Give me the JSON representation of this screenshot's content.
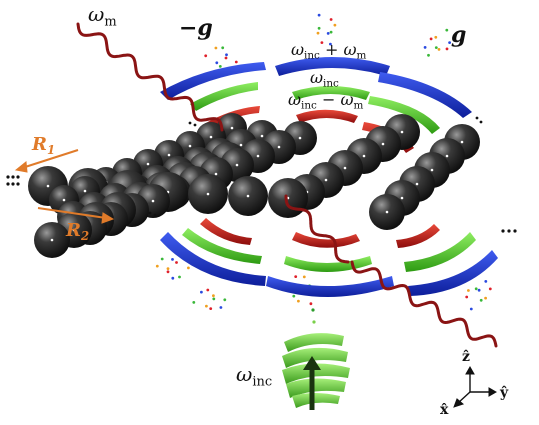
{
  "labels": {
    "omega_m": {
      "sym": "ω",
      "sub": "m"
    },
    "neg_g": "−g",
    "g": "g",
    "inc_plus": {
      "sym": "ω",
      "sub": "inc",
      "op": " + ",
      "sym2": "ω",
      "sub2": "m"
    },
    "inc_mid": {
      "sym": "ω",
      "sub": "inc"
    },
    "inc_minus": {
      "sym": "ω",
      "sub": "inc",
      "op": " − ",
      "sym2": "ω",
      "sub2": "m"
    },
    "r1": {
      "sym": "R",
      "sub": "1"
    },
    "r2": {
      "sym": "R",
      "sub": "2"
    },
    "omega_inc_bottom": {
      "sym": "ω",
      "sub": "inc"
    },
    "axis_z": "ẑ",
    "axis_x": "x̂",
    "axis_y": "ŷ"
  },
  "colors": {
    "sphere": "#1c1c1c",
    "wave": "#8a1414",
    "blue_order": "#1530c8",
    "green_order": "#4cc72a",
    "red_order": "#c01818",
    "arrow_orange": "#e07b2a"
  },
  "icons": {
    "sphere": "dark-sphere-icon",
    "incident": "green-wavefront-icon"
  }
}
